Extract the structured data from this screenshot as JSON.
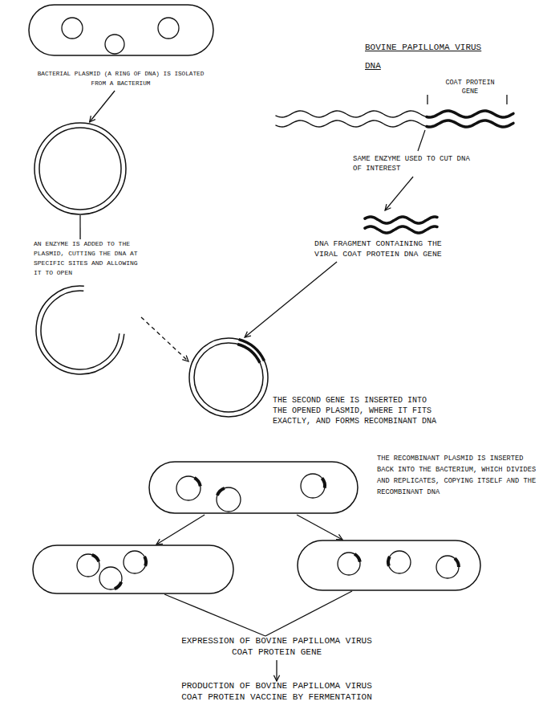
{
  "diagram": {
    "nodes": [
      {
        "text": [
          "BACTERIAL PLASMID (A RING OF DNA) IS ISOLATED FROM A BACTERIUM"
        ]
      },
      {
        "text": []
      },
      {
        "text": [
          "AN ENZYME IS ADDED TO THE PLASMID, CUTTING THE DNA AT SPECIFIC SITES AND ALLOWING IT TO OPEN"
        ]
      },
      {
        "text": [
          "THE SECOND GENE IS INSERTED INTO THE OPENED PLASMID, WHERE IT FITS EXACTLY, AND FORMS RECOMBINANT DNA"
        ]
      },
      {
        "text": [
          "BOVINE PAPILLOMA VIRUS DNA",
          "COAT PROTEIN GENE",
          "SAME ENZYME USED TO CUT DNA OF INTEREST"
        ]
      },
      {
        "text": [
          "DNA FRAGMENT CONTAINING THE VIRAL COAT PROTEIN DNA GENE"
        ]
      },
      {
        "text": [
          "THE RECOMBINANT PLASMID IS INSERTED BACK INTO THE BACTERIUM, WHICH DIVIDES AND REPLICATES, COPYING ITSELF AND THE RECOMBINANT DNA"
        ]
      },
      {
        "text": []
      },
      {
        "text": []
      },
      {
        "text": [
          "EXPRESSION OF BOVINE PAPILLOMA VIRUS COAT PROTEIN GENE"
        ]
      },
      {
        "text": [
          "PRODUCTION OF BOVINE PAPILLOMA VIRUS COAT PROTEIN VACCINE BY FERMENTATION"
        ]
      }
    ],
    "edges": [
      {
        "from": 0,
        "to": 1,
        "arrow": "to"
      },
      {
        "from": 1,
        "to": 2,
        "arrow": "none"
      },
      {
        "from": 2,
        "to": 3,
        "arrow": "to"
      },
      {
        "from": 4,
        "to": 5,
        "arrow": "to"
      },
      {
        "from": 5,
        "to": 3,
        "arrow": "to"
      },
      {
        "from": 6,
        "to": 7,
        "arrow": "to"
      },
      {
        "from": 6,
        "to": 8,
        "arrow": "to"
      },
      {
        "from": 7,
        "to": 9,
        "arrow": "none"
      },
      {
        "from": 8,
        "to": 9,
        "arrow": "none"
      },
      {
        "from": 9,
        "to": 10,
        "arrow": "to"
      }
    ]
  }
}
